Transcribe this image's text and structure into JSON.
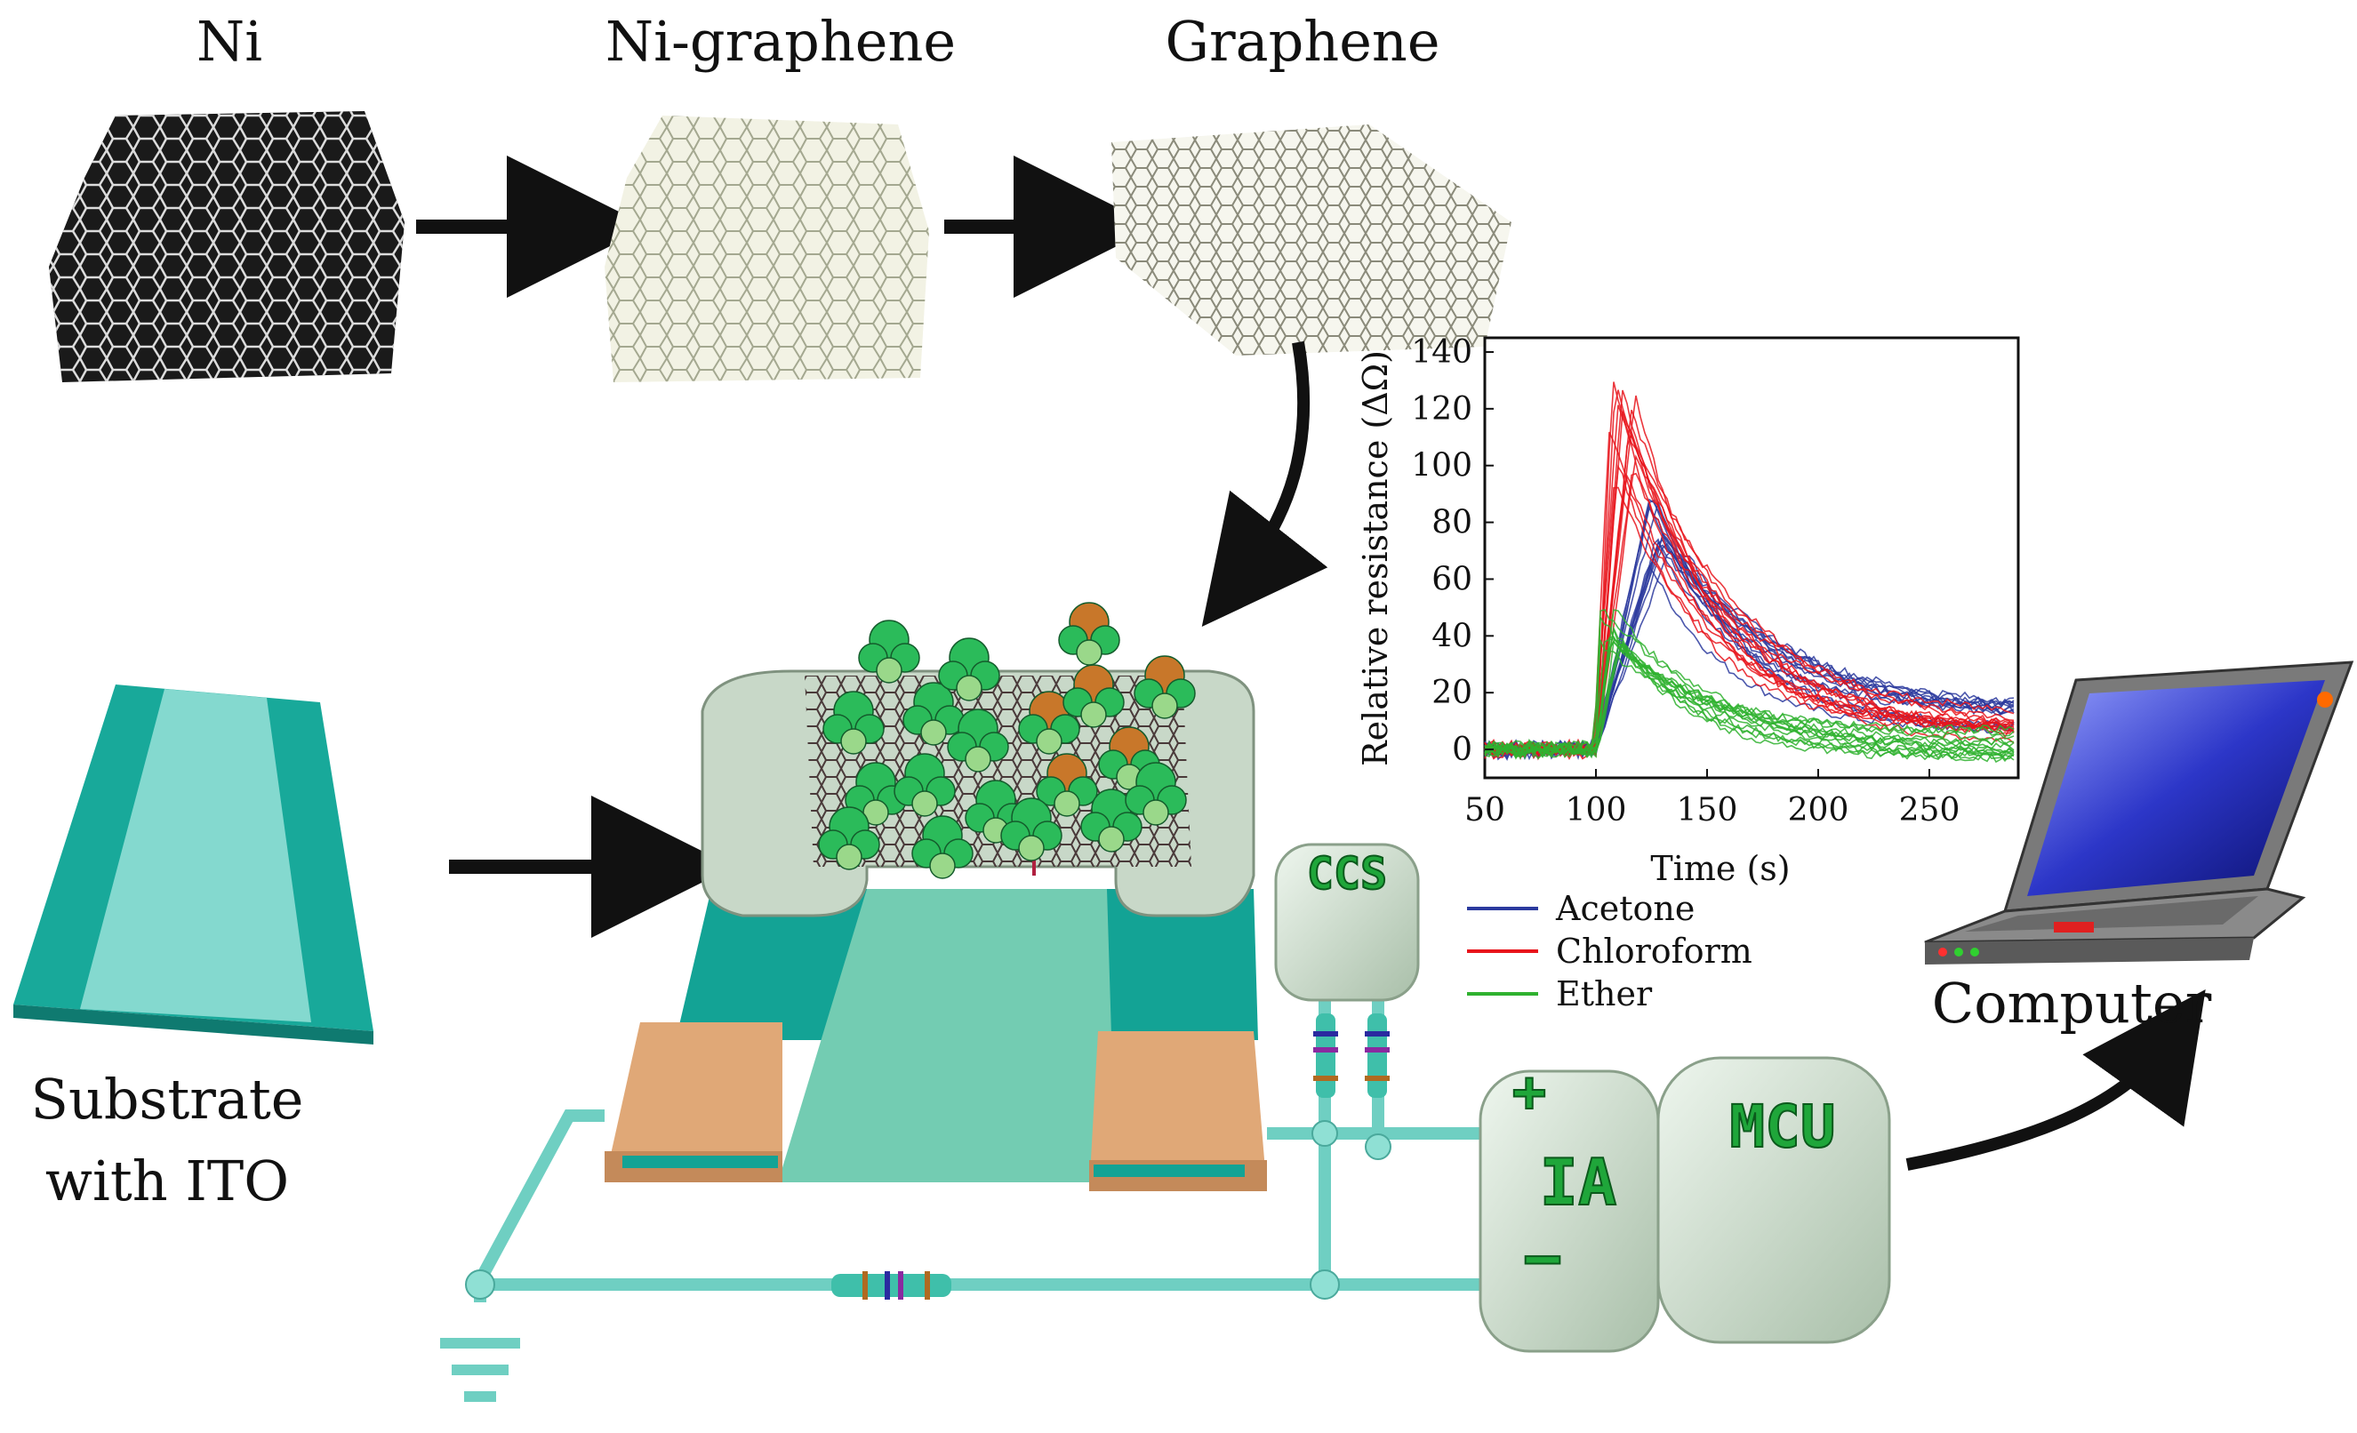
{
  "labels": {
    "ni": "Ni",
    "ni_graphene": "Ni-graphene",
    "graphene": "Graphene",
    "substrate_line1": "Substrate",
    "substrate_line2": "with ITO",
    "computer": "Computer",
    "ccs": "CCS",
    "ia": "IA",
    "ia_plus": "+",
    "ia_minus": "−",
    "mcu": "MCU"
  },
  "colors": {
    "acetone": "#2b3a9e",
    "chloroform": "#e8141b",
    "ether": "#2fb12f",
    "teal": "#1aa396",
    "ito": "#7fd4c8",
    "electrode": "#e0a877",
    "box": "#d4e4d4",
    "molecule_green": "#2bbb5a",
    "molecule_orange": "#c8772a"
  },
  "chart_data": {
    "type": "line",
    "xlabel": "Time (s)",
    "ylabel": "Relative resistance (ΔΩ)",
    "xlim": [
      50,
      290
    ],
    "ylim": [
      -10,
      145
    ],
    "xticks": [
      50,
      100,
      150,
      200,
      250
    ],
    "yticks": [
      0,
      20,
      40,
      60,
      80,
      100,
      120,
      140
    ],
    "legend_position": "below-right",
    "series": [
      {
        "name": "Acetone",
        "color": "#2b3a9e",
        "peak": 88,
        "peak_time": 130,
        "end_value": 8
      },
      {
        "name": "Chloroform",
        "color": "#e8141b",
        "peak": 128,
        "peak_time": 112,
        "end_value": 5
      },
      {
        "name": "Ether",
        "color": "#2fb12f",
        "peak": 50,
        "peak_time": 105,
        "end_value": 0
      }
    ],
    "onset_time": 100
  }
}
